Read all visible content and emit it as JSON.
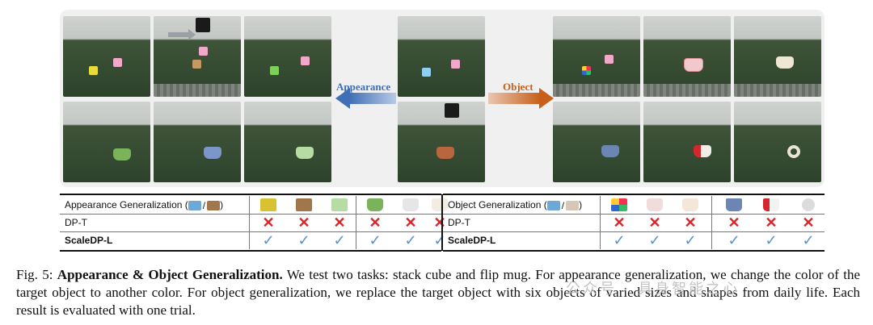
{
  "center_arrows": {
    "left_label": "Appearance",
    "right_label": "Object",
    "left_color": "#3f6fb5",
    "right_color": "#c8601c"
  },
  "photos": {
    "appearance_top": [
      "yellow-cube",
      "tan-cube",
      "green-cube"
    ],
    "appearance_bottom": [
      "green-mug",
      "blue-mug",
      "lightgreen-mug"
    ],
    "center": [
      "blue-cube-source",
      "brown-mug-source"
    ],
    "object_top": [
      "multicolor-cube",
      "pink-mug",
      "white-mug"
    ],
    "object_bottom": [
      "blue-cup",
      "red-white-cup",
      "roll-tape"
    ]
  },
  "table": {
    "left": {
      "header_prefix": "Appearance  Generalization (",
      "header_sep": "/",
      "header_suffix": ")",
      "rows": [
        {
          "label": "DP-T",
          "results": [
            "x",
            "x",
            "x",
            "x",
            "x",
            "x"
          ]
        },
        {
          "label": "ScaleDP-L",
          "results": [
            "check",
            "check",
            "check",
            "check",
            "check",
            "check"
          ]
        }
      ],
      "swatch_colors": [
        "#d8c231",
        "#a0764a",
        "#b6dba3",
        "#7bb35a",
        "#e6e6e6",
        "#f3ece2"
      ]
    },
    "right": {
      "header_prefix": "Object  Generalization (",
      "header_sep": "/",
      "header_suffix": ")",
      "rows": [
        {
          "label": "DP-T",
          "results": [
            "x",
            "x",
            "x",
            "x",
            "x",
            "x"
          ]
        },
        {
          "label": "ScaleDP-L",
          "results": [
            "check",
            "check",
            "check",
            "check",
            "check",
            "check"
          ]
        }
      ],
      "swatch_colors": [
        "#e06b4b",
        "#f1dcdc",
        "#f4e6d8",
        "#6c86b3",
        "#f2f2f2",
        "#dcdcdc"
      ]
    }
  },
  "caption": {
    "prefix": "Fig. 5: ",
    "title": "Appearance & Object Generalization.",
    "body": " We test two tasks: stack cube and flip mug. For appearance generalization, we change the color of the target object to another color. For object generalization, we replace the target object with six objects of varied sizes and shapes from daily life. Each result is evaluated with one trial."
  },
  "watermark": "公众号 · 具身智能之心"
}
